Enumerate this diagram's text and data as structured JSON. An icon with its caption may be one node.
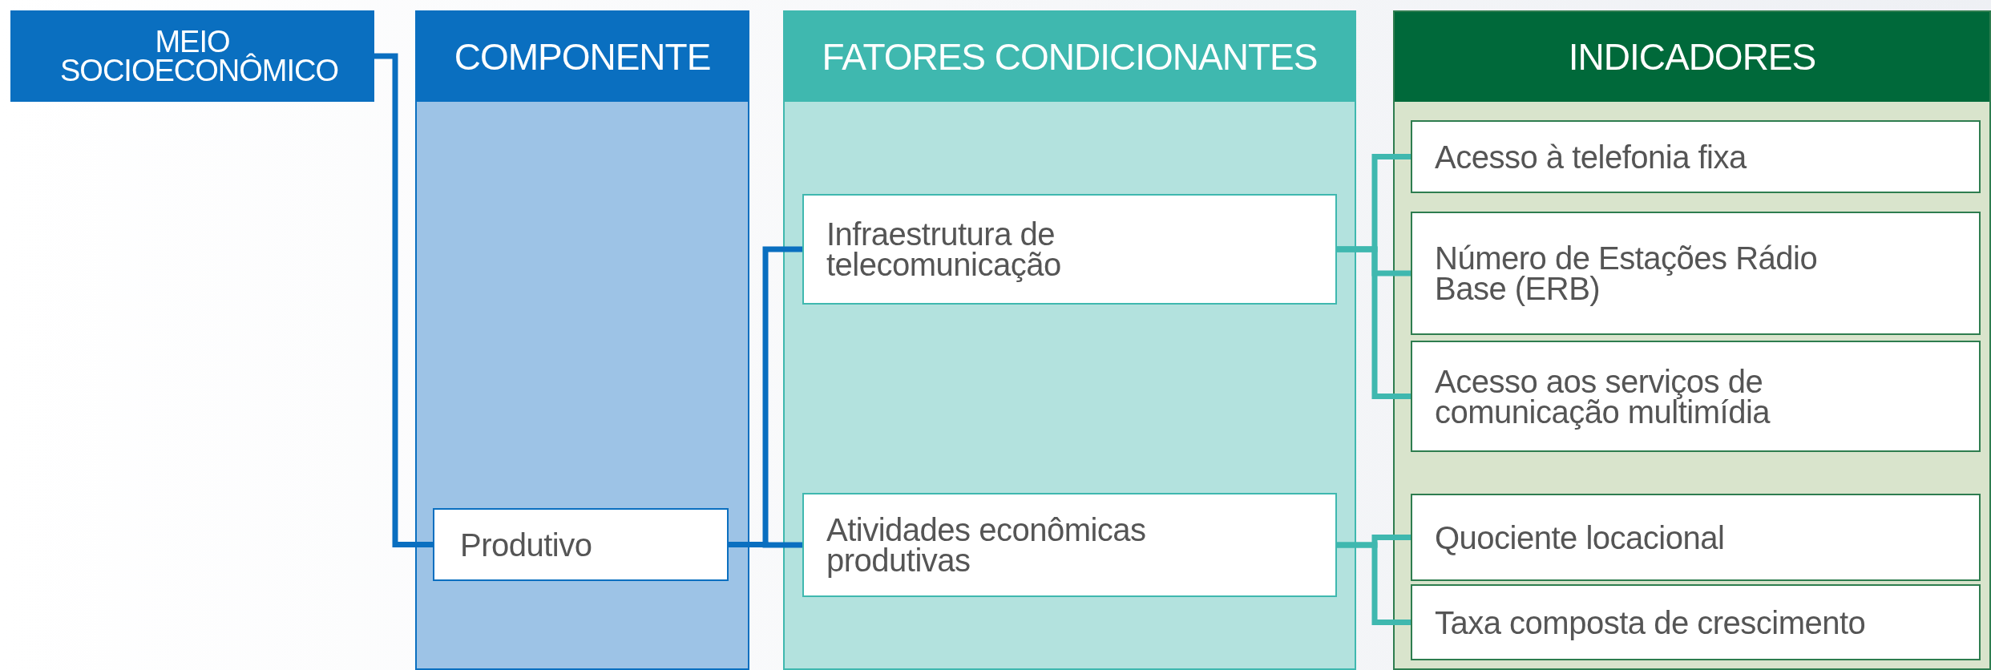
{
  "diagram": {
    "nodes": [
      {
        "text": [
          "MEIO SOCIOECONÔMICO"
        ]
      },
      {
        "text": [
          "COMPONENTE"
        ]
      },
      {
        "text": [
          "FATORES CONDICIONANTES"
        ]
      },
      {
        "text": [
          "INDICADORES"
        ]
      },
      {
        "text": [
          "Produtivo"
        ],
        "in": 1
      },
      {
        "text": [
          "Infraestrutura de telecomunicação"
        ],
        "in": 2
      },
      {
        "text": [
          "Atividades econômicas produtivas"
        ],
        "in": 2
      },
      {
        "text": [
          "Acesso à telefonia fixa"
        ],
        "in": 3
      },
      {
        "text": [
          "Número de Estações Rádio Base (ERB)"
        ],
        "in": 3
      },
      {
        "text": [
          "Acesso aos serviços de comunicação multimídia"
        ],
        "in": 3
      },
      {
        "text": [
          "Quociente locacional"
        ],
        "in": 3
      },
      {
        "text": [
          "Taxa composta de crescimento"
        ],
        "in": 3
      }
    ],
    "edges": [
      {
        "from": 0,
        "to": 4,
        "arrow": "none",
        "color": "#0a6fc0"
      },
      {
        "from": 4,
        "to": 5,
        "arrow": "none",
        "color": "#0a6fc0"
      },
      {
        "from": 4,
        "to": 6,
        "arrow": "none",
        "color": "#0a6fc0"
      },
      {
        "from": 5,
        "to": 7,
        "arrow": "none"
      },
      {
        "from": 5,
        "to": 8,
        "arrow": "none"
      },
      {
        "from": 5,
        "to": 9,
        "arrow": "none"
      },
      {
        "from": 6,
        "to": 10,
        "arrow": "none"
      },
      {
        "from": 6,
        "to": 11,
        "arrow": "none"
      }
    ]
  }
}
